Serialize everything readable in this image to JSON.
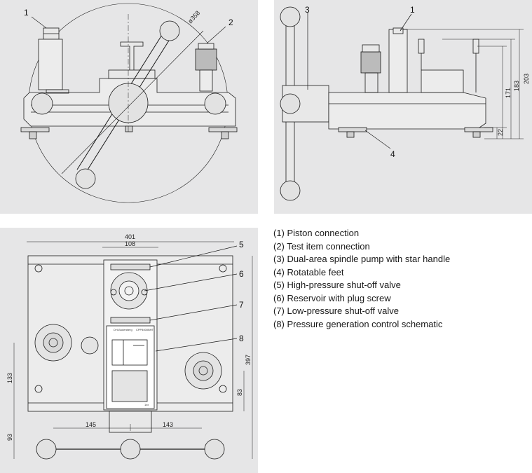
{
  "views": {
    "front": {
      "callouts": [
        "1",
        "2"
      ],
      "dims": {
        "diameter": "ø358"
      }
    },
    "side": {
      "callouts": [
        "3",
        "1",
        "4"
      ],
      "dims": {
        "h1": "203",
        "h2": "183",
        "h3": "171",
        "h4": "22"
      }
    },
    "top": {
      "callouts": [
        "5",
        "6",
        "7",
        "8"
      ],
      "dims": {
        "width_total": "401",
        "width_panel": "108",
        "left": "145",
        "right": "143",
        "h_left": "133",
        "h_bottom": "93",
        "h_total": "397",
        "h_right": "83"
      },
      "panel_labels": {
        "brand": "DH-Budenberg",
        "model": "CPP4000BHT",
        "mark": "1xx"
      }
    }
  },
  "legend": [
    "(1) Piston connection",
    "(2) Test item connection",
    "(3) Dual-area spindle pump with star handle",
    "(4) Rotatable feet",
    "(5) High-pressure shut-off valve",
    "(6) Reservoir with plug screw",
    "(7) Low-pressure shut-off valve",
    "(8) Pressure generation control schematic"
  ],
  "colors": {
    "panel_bg": "#e6e6e7",
    "line": "#1a1a1a",
    "text": "#1a1a1a"
  }
}
